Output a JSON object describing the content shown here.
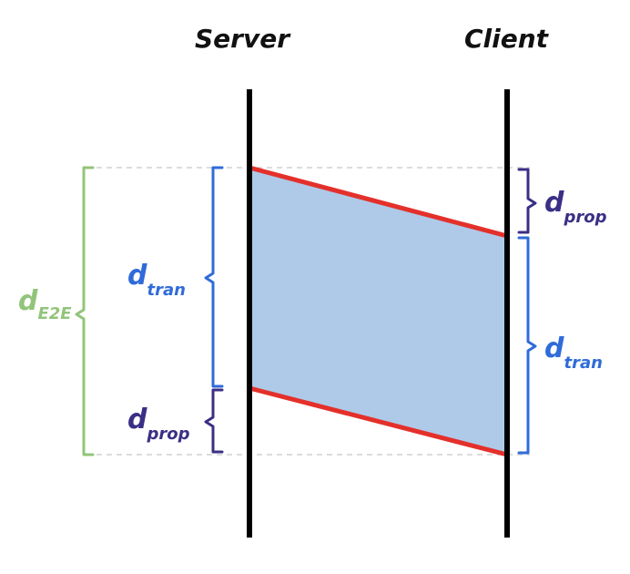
{
  "headers": {
    "server": "Server",
    "client": "Client"
  },
  "labels": {
    "e2e": {
      "main": "d",
      "sub": "E2E"
    },
    "server_tran": {
      "main": "d",
      "sub": "tran"
    },
    "server_prop": {
      "main": "d",
      "sub": "prop"
    },
    "client_prop": {
      "main": "d",
      "sub": "prop"
    },
    "client_tran": {
      "main": "d",
      "sub": "tran"
    }
  },
  "colors": {
    "timeline": "#000000",
    "packet_edge": "#e4302b",
    "packet_fill": "#aecae8",
    "tran_brace": "#2f6bd9",
    "prop_brace": "#3a2f86",
    "e2e_brace": "#92c47a",
    "guide_line": "#d0d0d0"
  }
}
